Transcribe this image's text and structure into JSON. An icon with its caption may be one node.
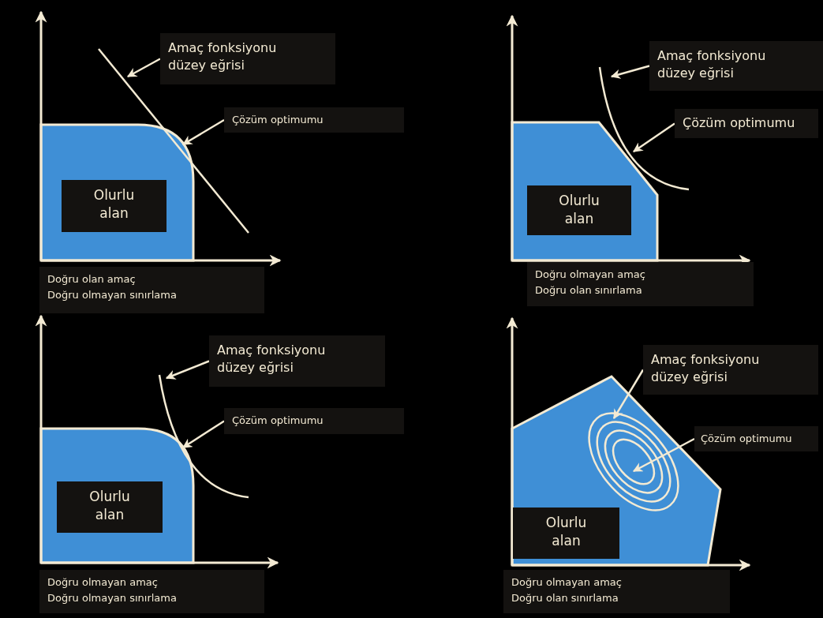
{
  "diagram": {
    "nodes": [
      {
        "text": [
          "Amaç fonksiyonu düzey eğrisi"
        ]
      },
      {
        "text": [],
        "shape": "line"
      },
      {
        "text": [
          "Çözüm optimumu"
        ]
      },
      {
        "text": [
          "Olurlu alan"
        ]
      },
      {
        "text": [
          "Amaç fonksiyonu düzey eğrisi"
        ]
      },
      {
        "text": [],
        "shape": "curve"
      },
      {
        "text": [
          "Çözüm optimumu"
        ]
      },
      {
        "text": [
          "Olurlu alan"
        ]
      },
      {
        "text": [
          "Amaç fonksiyonu düzey eğrisi"
        ]
      },
      {
        "text": [],
        "shape": "curve"
      },
      {
        "text": [
          "Çözüm optimumu"
        ]
      },
      {
        "text": [
          "Olurlu alan"
        ]
      },
      {
        "text": [
          "Amaç fonksiyonu düzey eğrisi"
        ]
      },
      {
        "text": [],
        "shape": "ellipse"
      },
      {
        "text": [
          "Çözüm optimumu"
        ]
      },
      {
        "text": [
          "Olurlu alan"
        ]
      }
    ],
    "edges": [
      {
        "from": 0,
        "to": 1,
        "arrow": "to"
      },
      {
        "from": 2,
        "to": 1,
        "arrow": "to"
      },
      {
        "from": 4,
        "to": 5,
        "arrow": "to"
      },
      {
        "from": 6,
        "to": 5,
        "arrow": "to"
      },
      {
        "from": 8,
        "to": 9,
        "arrow": "to"
      },
      {
        "from": 10,
        "to": 9,
        "arrow": "to"
      },
      {
        "from": 12,
        "to": 13,
        "arrow": "to"
      },
      {
        "from": 14,
        "to": 13,
        "arrow": "to"
      }
    ],
    "labels": [
      "Doğru olan amaç",
      "Doğru olmayan sınırlama",
      "Doğru olmayan amaç",
      "Doğru olan sınırlama",
      "Doğru olmayan amaç",
      "Doğru olmayan sınırlama",
      "Doğru olmayan amaç",
      "Doğru olan sınırlama"
    ]
  }
}
